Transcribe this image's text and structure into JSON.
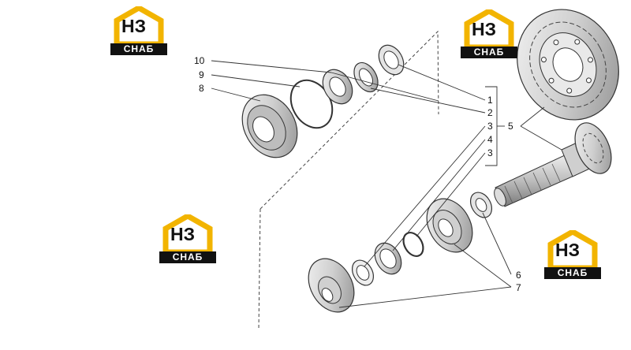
{
  "logos": [
    {
      "mark": "НЗ",
      "caption": "СНАБ"
    },
    {
      "mark": "НЗ",
      "caption": "СНАБ"
    },
    {
      "mark": "НЗ",
      "caption": "СНАБ"
    },
    {
      "mark": "НЗ",
      "caption": "СНАБ"
    }
  ],
  "callouts": {
    "c10": "10",
    "c9": "9",
    "c8": "8",
    "c1": "1",
    "c2": "2",
    "c3a": "3",
    "c4": "4",
    "c3b": "3",
    "c5": "5",
    "c6": "6",
    "c7": "7"
  },
  "colors": {
    "logo_yellow": "#f2b400",
    "line": "#333333",
    "metal": "#d9d9d9"
  }
}
